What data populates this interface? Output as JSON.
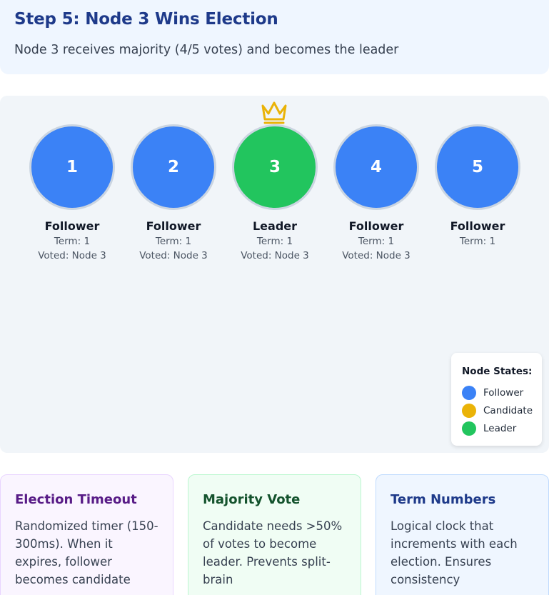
{
  "step": {
    "title": "Step 5: Node 3 Wins Election",
    "description": "Node 3 receives majority (4/5 votes) and becomes the leader"
  },
  "nodes": [
    {
      "id": "1",
      "state": "follower",
      "role": "Follower",
      "term": "Term: 1",
      "voted": "Voted: Node 3"
    },
    {
      "id": "2",
      "state": "follower",
      "role": "Follower",
      "term": "Term: 1",
      "voted": "Voted: Node 3"
    },
    {
      "id": "3",
      "state": "leader",
      "role": "Leader",
      "term": "Term: 1",
      "voted": "Voted: Node 3",
      "crown_icon": "crown-icon"
    },
    {
      "id": "4",
      "state": "follower",
      "role": "Follower",
      "term": "Term: 1",
      "voted": "Voted: Node 3"
    },
    {
      "id": "5",
      "state": "follower",
      "role": "Follower",
      "term": "Term: 1",
      "voted": ""
    }
  ],
  "legend": {
    "title": "Node States:",
    "items": [
      {
        "label": "Follower",
        "color": "#3b82f6"
      },
      {
        "label": "Candidate",
        "color": "#eab308"
      },
      {
        "label": "Leader",
        "color": "#22c55e"
      }
    ]
  },
  "cards": [
    {
      "title": "Election Timeout",
      "text": "Randomized timer (150-300ms). When it expires, follower becomes candidate"
    },
    {
      "title": "Majority Vote",
      "text": "Candidate needs >50% of votes to become leader. Prevents split-brain"
    },
    {
      "title": "Term Numbers",
      "text": "Logical clock that increments with each election. Ensures consistency"
    }
  ],
  "colors": {
    "follower": "#3b82f6",
    "candidate": "#eab308",
    "leader": "#22c55e",
    "crown": "#eab308"
  }
}
